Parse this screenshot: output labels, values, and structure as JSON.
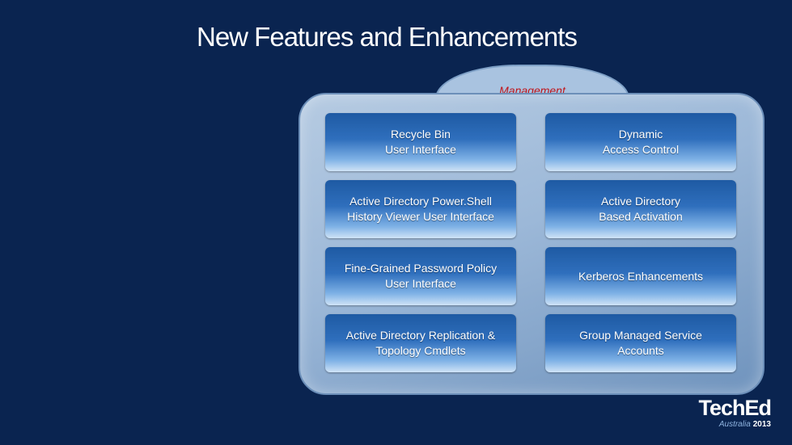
{
  "slide": {
    "title": "New Features and Enhancements",
    "tab_label": "Management",
    "features": [
      {
        "line1": "Recycle Bin",
        "line2": "User Interface"
      },
      {
        "line1": "Dynamic",
        "line2": "Access Control"
      },
      {
        "line1": "Active Directory Power.Shell",
        "line2": "History Viewer User Interface"
      },
      {
        "line1": "Active Directory",
        "line2": "Based Activation"
      },
      {
        "line1": "Fine-Grained Password Policy",
        "line2": "User Interface"
      },
      {
        "line1": "Kerberos Enhancements",
        "line2": ""
      },
      {
        "line1": "Active Directory Replication &",
        "line2": "Topology Cmdlets"
      },
      {
        "line1": "Group Managed Service",
        "line2": "Accounts"
      }
    ]
  },
  "logo": {
    "name": "TechEd",
    "location": "Australia",
    "year": "2013"
  },
  "colors": {
    "background": "#0a2450",
    "panel": "#9cb8d8",
    "card": "#2f6fbd",
    "tab_label": "#c0161b"
  }
}
